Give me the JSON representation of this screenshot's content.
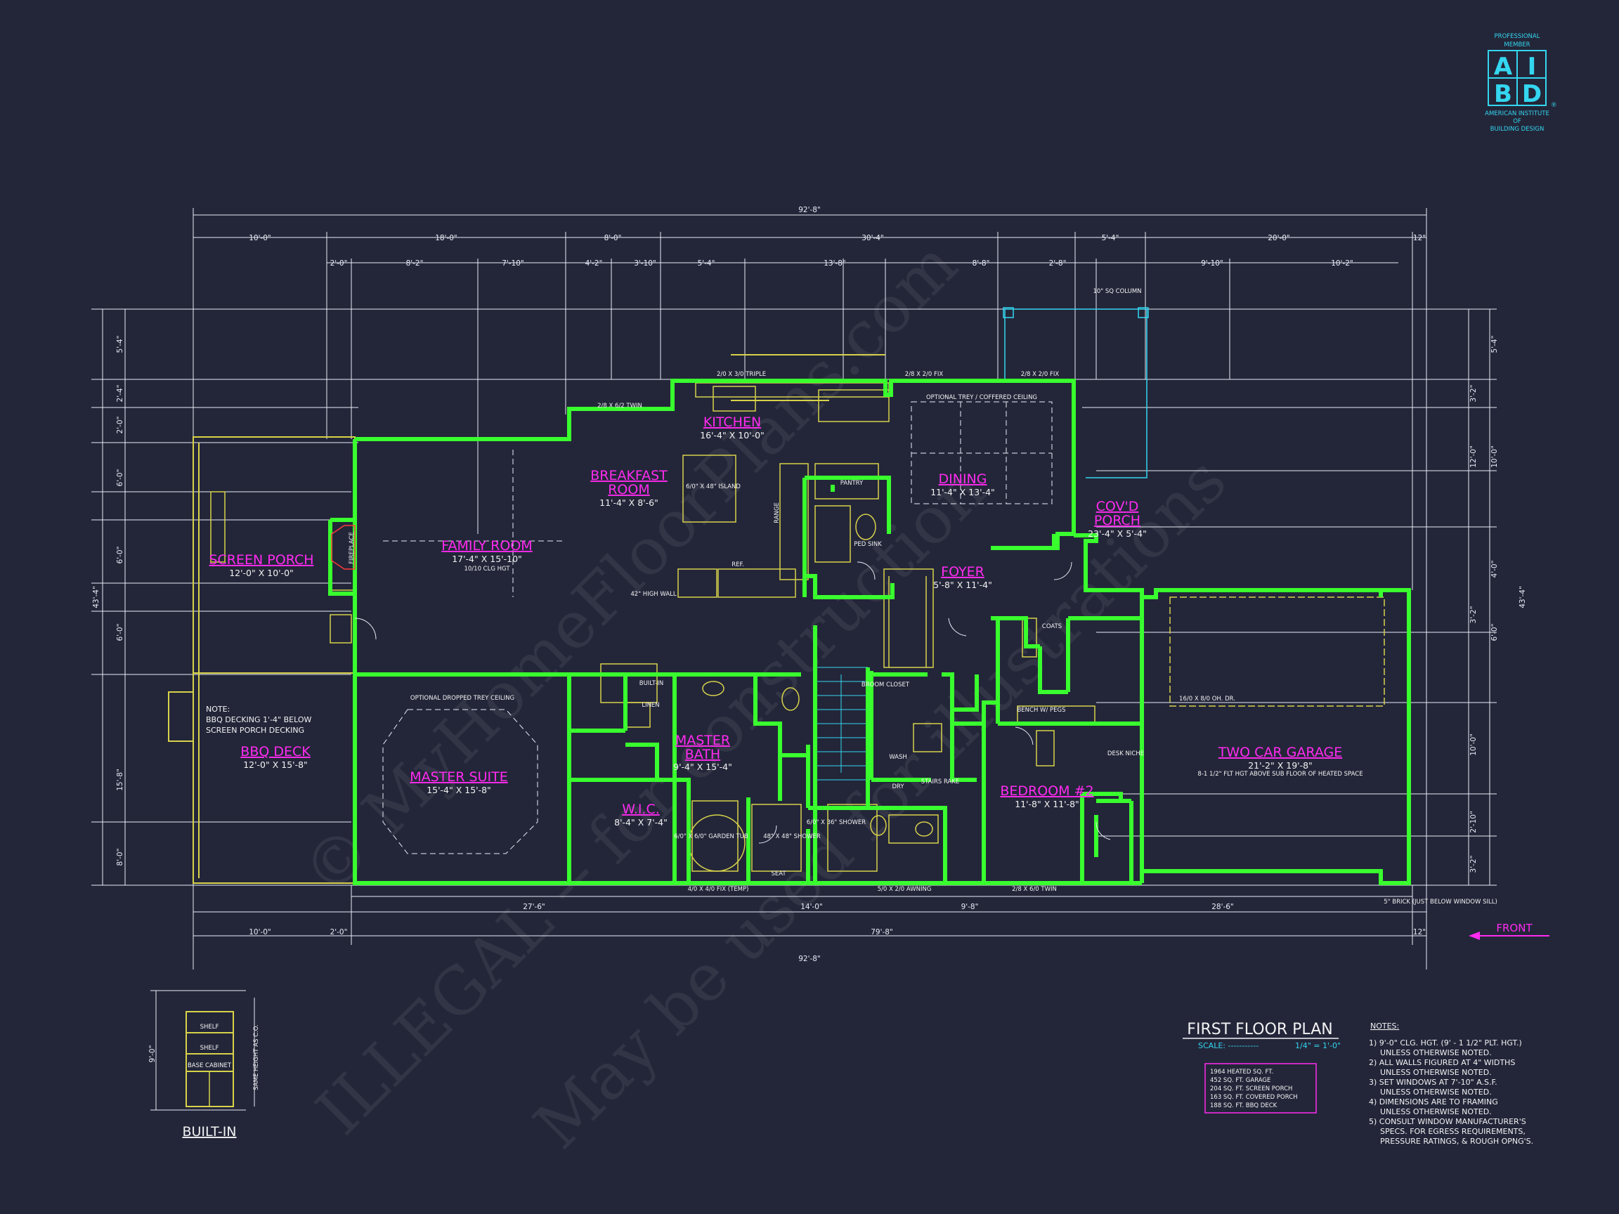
{
  "logo": {
    "top_line": "PROFESSIONAL",
    "member_line": "MEMBER",
    "letters": [
      "A",
      "I",
      "B",
      "D"
    ],
    "registered": "®",
    "org_lines": [
      "AMERICAN INSTITUTE",
      "OF",
      "BUILDING DESIGN"
    ],
    "color": "#34d6f0"
  },
  "watermarks": [
    "© MyHomeFloorPlans.com",
    "ILLEGAL -- for construction",
    "May be used for illustrations"
  ],
  "dimensions": {
    "overall_top": "92'-8\"",
    "overall_bottom": "92'-8\"",
    "top_row1": [
      "10'-0\"",
      "18'-0\"",
      "8'-0\"",
      "30'-4\"",
      "5'-4\"",
      "20'-0\"",
      "12\""
    ],
    "top_row2": [
      "2'-0\"",
      "8'-2\"",
      "7'-10\"",
      "4'-2\"",
      "3'-10\"",
      "5'-4\"",
      "13'-8\"",
      "8'-8\"",
      "2'-8\"",
      "9'-10\"",
      "10'-2\""
    ],
    "bottom_row1": [
      "27'-6\"",
      "14'-0\"",
      "9'-8\"",
      "28'-6\""
    ],
    "bottom_row2": [
      "10'-0\"",
      "2'-0\"",
      "79'-8\"",
      "12\""
    ],
    "left_overall": "43'-4\"",
    "right_overall": "43'-4\"",
    "left_row": [
      "5'-4\"",
      "2'-4\"",
      "2'-0\"",
      "6'-0\"",
      "6'-0\"",
      "6'-0\"",
      "15'-8\"",
      "8'-0\""
    ],
    "right_row": [
      "5'-4\"",
      "3'-2\"",
      "10'-0\"",
      "12'-0\"",
      "4'-0\"",
      "3'-2\"",
      "6'-0\"",
      "10'-0\"",
      "2'-10\"",
      "3'-2\""
    ]
  },
  "rooms": [
    {
      "name": "KITCHEN",
      "size": "16'-4\" X 10'-0\""
    },
    {
      "name": "BREAKFAST",
      "name2": "ROOM",
      "size": "11'-4\" X 8'-6\""
    },
    {
      "name": "DINING",
      "size": "11'-4\" X 13'-4\""
    },
    {
      "name": "COV'D",
      "name2": "PORCH",
      "size": "23'-4\" X 5'-4\""
    },
    {
      "name": "SCREEN PORCH",
      "size": "12'-0\" X 10'-0\""
    },
    {
      "name": "FAMILY ROOM",
      "size": "17'-4\" X 15'-10\"",
      "extra": "10/10 CLG HGT"
    },
    {
      "name": "FOYER",
      "size": "5'-8\" X 11'-4\""
    },
    {
      "name": "MASTER SUITE",
      "size": "15'-4\" X 15'-8\""
    },
    {
      "name": "MASTER",
      "name2": "BATH",
      "size": "9'-4\" X 15'-4\""
    },
    {
      "name": "W.I.C.",
      "size": "8'-4\" X 7'-4\""
    },
    {
      "name": "BEDROOM #2",
      "size": "11'-8\" X 11'-8\""
    },
    {
      "name": "TWO CAR GARAGE",
      "size": "21'-2\" X 19'-8\"",
      "extra": "8-1 1/2\" FLT HGT ABOVE SUB FLOOR OF HEATED SPACE"
    },
    {
      "name": "BBQ DECK",
      "size": "12'-0\" X 15'-8\""
    }
  ],
  "labels": {
    "triple_window": "2/0 X 3/0 TRIPLE",
    "twin_window": "2/8 X 6/2 TWIN",
    "fix_window": "2/8 X 2/0 FIX",
    "fix_window2": "2/8 X 2/0 FIX",
    "opt_trey": "OPTIONAL TREY / COFFERED CEILING",
    "opt_dropped": "OPTIONAL DROPPED TREY CEILING",
    "pantry": "PANTRY",
    "ped_sink": "PED SINK",
    "island": "6/0\" X 48\" ISLAND",
    "range": "RANGE",
    "ref": "REF.",
    "fireplace": "FIREPLACE",
    "high_wall": "42\" HIGH WALL",
    "linen": "LINEN",
    "built_in": "BUILT-IN",
    "garden_tub": "6/0\" X 6/0\" GARDEN TUB",
    "shower": "48\" X 48\" SHOWER",
    "shower2": "6/0\" X 36\" SHOWER",
    "seat": "SEAT",
    "broom_closet": "BROOM CLOSET",
    "wash": "WASH",
    "dry": "DRY",
    "stairs_rake": "STAIRS RAKE",
    "coats": "COATS",
    "bench": "BENCH W/ PEGS",
    "desk": "DESK NICHE",
    "garage_door": "16/0 X 8/0 OH. DR.",
    "column": "10\" SQ COLUMN",
    "twin_bottom": "2/8 X 6/0 TWIN",
    "fix_bottom": "4/0 X 4/0 FIX (TEMP)",
    "awning": "5/0 X 2/0 AWNING",
    "brick_note": "5\" BRICK (JUST BELOW WINDOW SILL)",
    "front": "FRONT",
    "deck_note_title": "NOTE:",
    "deck_note_1": "BBQ DECKING 1'-4\" BELOW",
    "deck_note_2": "SCREEN PORCH DECKING"
  },
  "built_in": {
    "title": "BUILT-IN",
    "shelf1": "SHELF",
    "shelf2": "SHELF",
    "base": "BASE CABINET",
    "height": "9'-0\"",
    "same_height": "SAME HEIGHT AS C.O."
  },
  "title_block": {
    "title": "FIRST FLOOR PLAN",
    "scale_label": "SCALE: -----------",
    "scale_value": "1/4\" = 1'-0\""
  },
  "areas": [
    "1964 HEATED SQ. FT.",
    "452 SQ. FT. GARAGE",
    "204 SQ. FT. SCREEN PORCH",
    "163 SQ. FT. COVERED PORCH",
    "188 SQ. FT. BBQ DECK"
  ],
  "notes": {
    "heading": "NOTES:",
    "lines": [
      "1) 9'-0\" CLG. HGT. (9' - 1 1/2\" PLT. HGT.)",
      "UNLESS OTHERWISE NOTED.",
      "2) ALL WALLS FIGURED AT 4\" WIDTHS",
      "UNLESS OTHERWISE NOTED.",
      "3) SET WINDOWS AT 7'-10\" A.S.F.",
      "UNLESS OTHERWISE NOTED.",
      "4) DIMENSIONS ARE TO FRAMING",
      "UNLESS OTHERWISE NOTED.",
      "5) CONSULT WINDOW MANUFACTURER'S",
      "SPECS. FOR EGRESS REQUIREMENTS,",
      "PRESSURE RATINGS, & ROUGH OPNG'S."
    ]
  },
  "colors": {
    "background": "#232639",
    "walls": "#39ff2e",
    "room_names": "#ff2bf0",
    "dims": "#e9ecf5",
    "porch": "#d8d24a",
    "accent": "#34d6f0"
  }
}
